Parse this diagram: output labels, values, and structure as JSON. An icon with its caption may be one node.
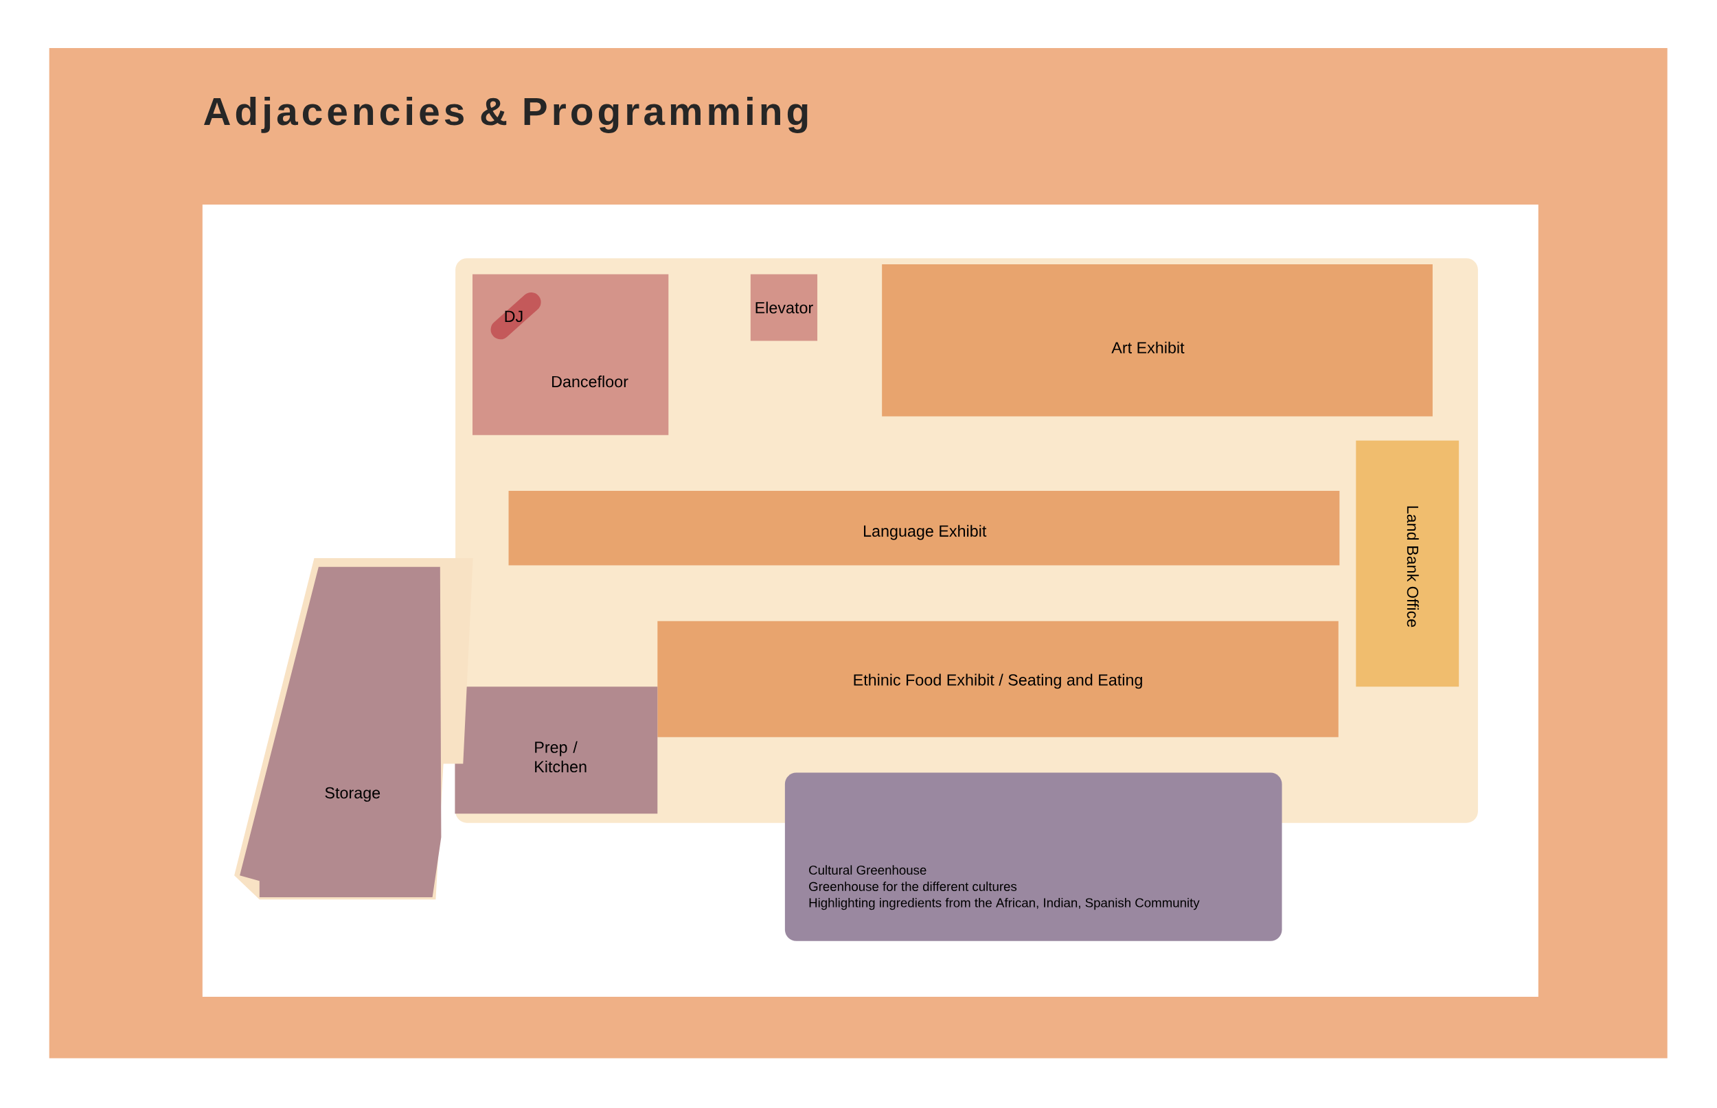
{
  "diagram": {
    "title": "Adjacencies & Programming",
    "nodes": [
      {
        "text": [],
        "shape": "box"
      },
      {
        "text": [
          "Dancefloor"
        ],
        "in": 0
      },
      {
        "text": [
          "DJ"
        ],
        "in": 1
      },
      {
        "text": [
          "Elevator"
        ],
        "in": 0
      },
      {
        "text": [
          "Art Exhibit"
        ],
        "in": 0
      },
      {
        "text": [
          "Language Exhibit"
        ],
        "in": 0
      },
      {
        "text": [
          "Land Bank Office"
        ],
        "in": 0
      },
      {
        "text": [
          "Ethinic Food Exhibit / Seating and Eating"
        ],
        "in": 0
      },
      {
        "text": [
          "Prep / Kitchen"
        ],
        "in": 0
      },
      {
        "text": [
          "Storage"
        ]
      },
      {
        "text": [
          "Cultural Greenhouse",
          "Greenhouse for the different cultures",
          "Highlighting ingredients from the African, Indian, Spanish Community"
        ]
      }
    ]
  }
}
